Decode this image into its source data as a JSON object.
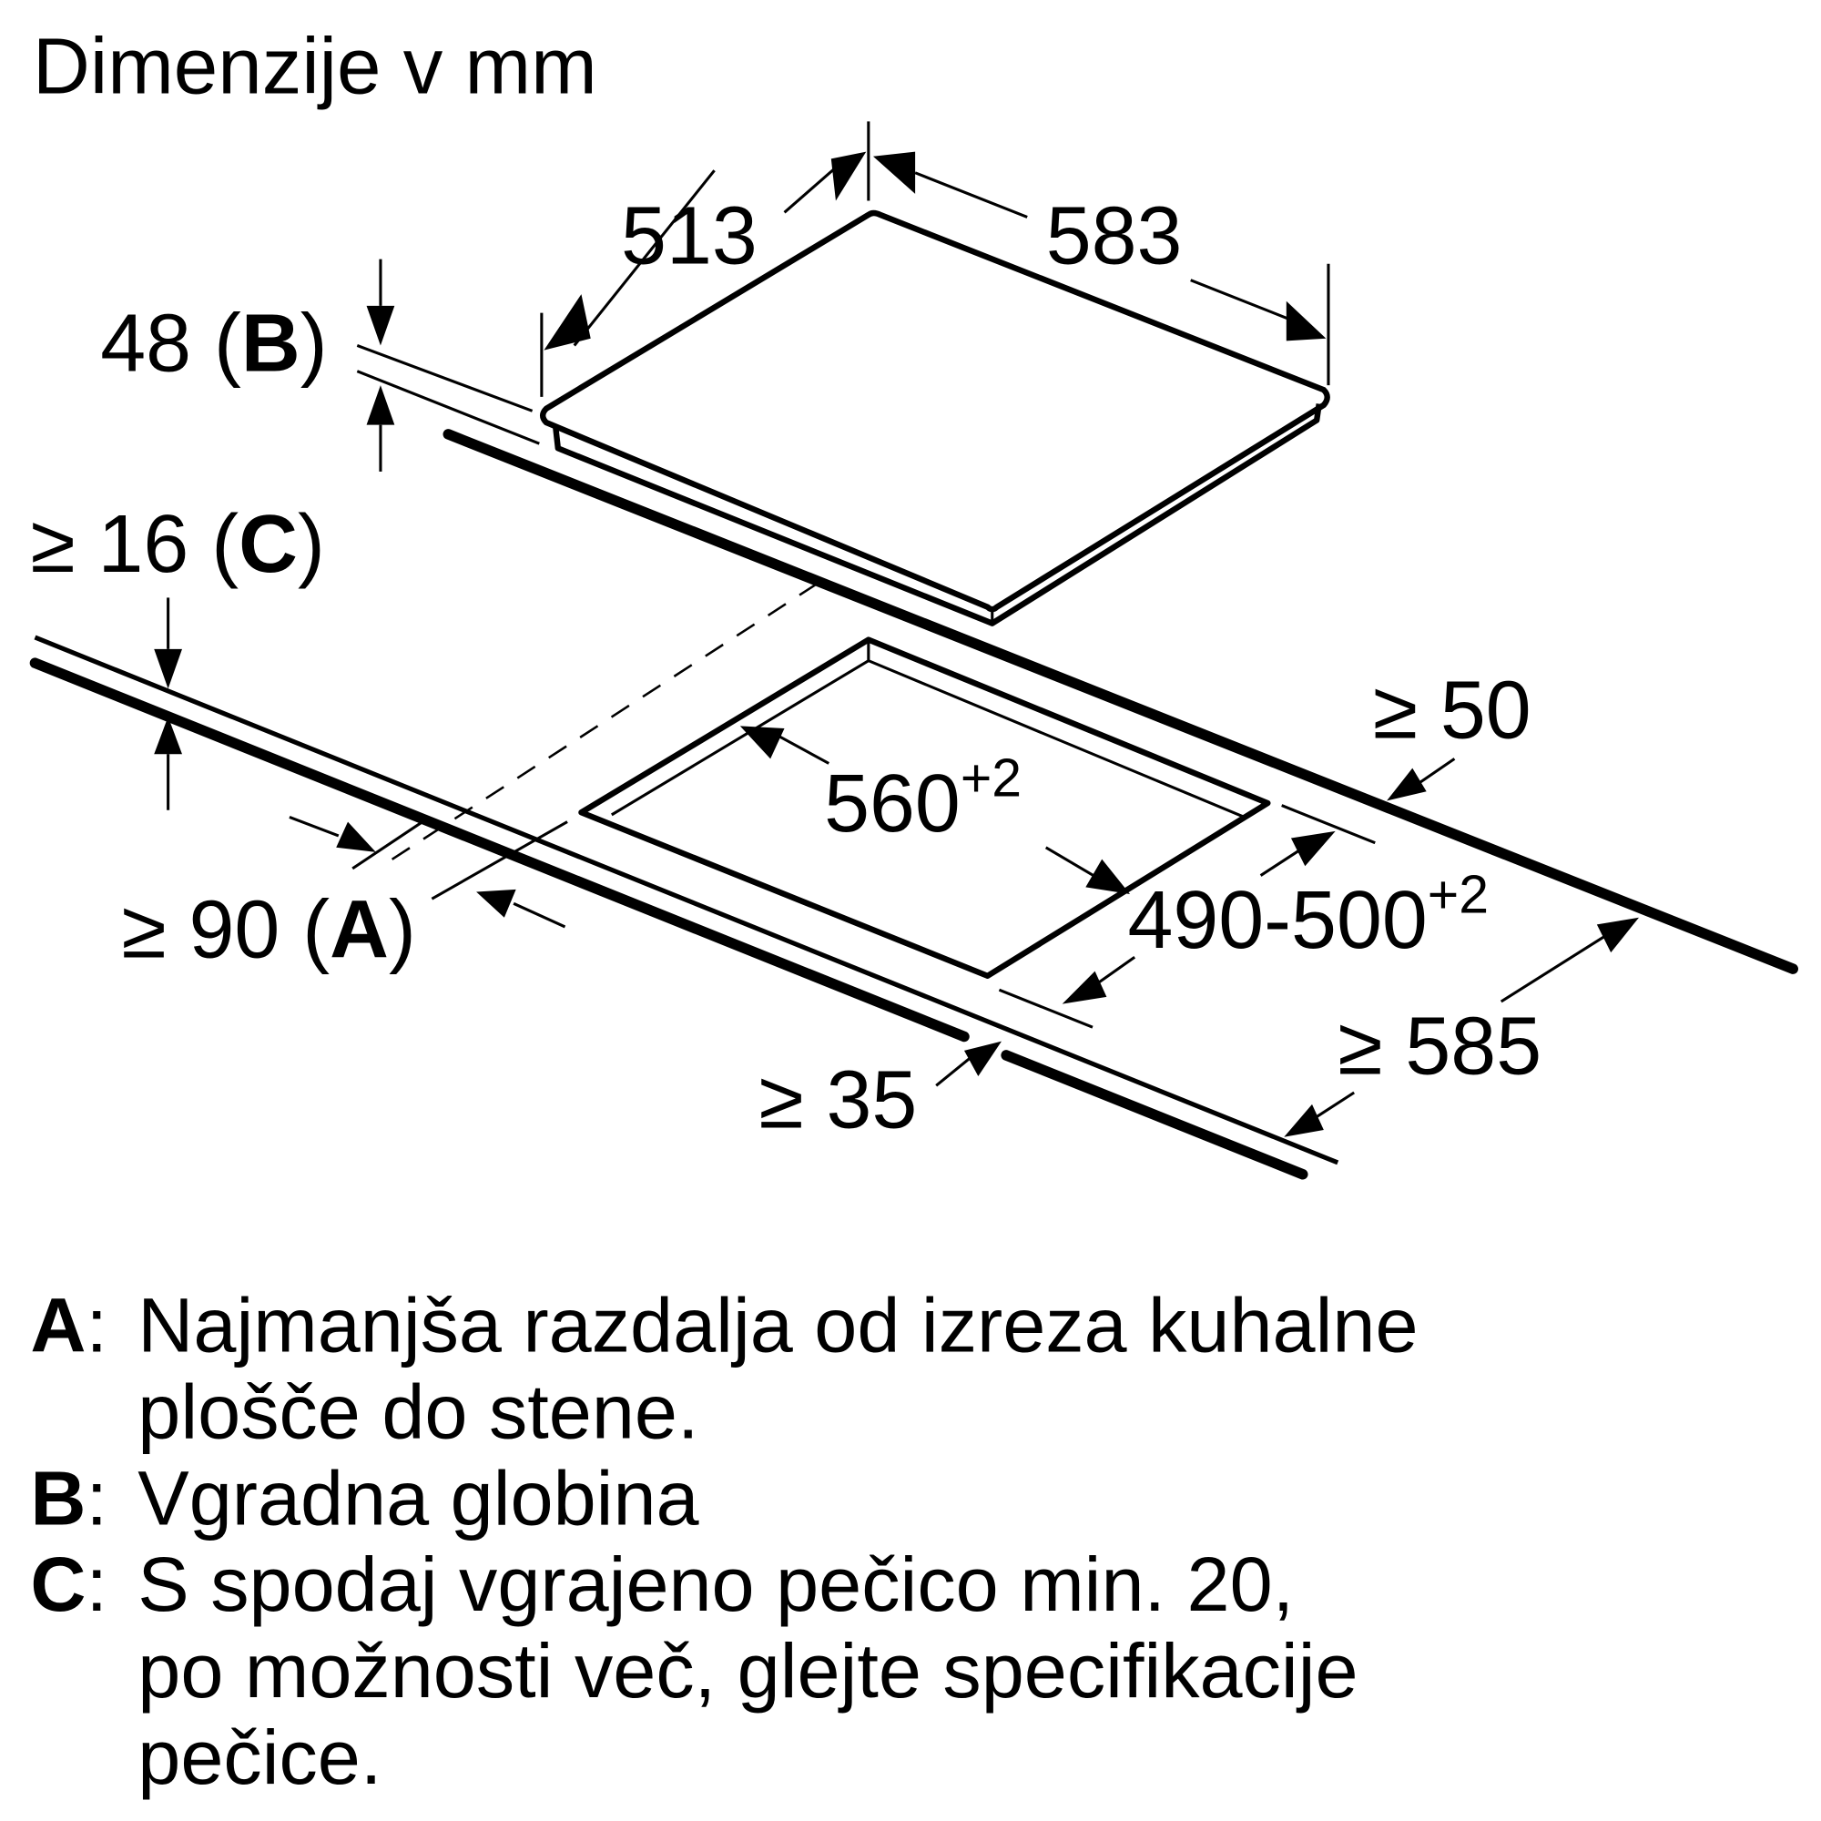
{
  "title": "Dimenzije v mm",
  "colors": {
    "ink": "#000000",
    "background": "#ffffff"
  },
  "dimensions": {
    "appliance_depth": "513",
    "appliance_width": "583",
    "built_in_depth": "48",
    "built_in_depth_ref": "B",
    "worktop_thickness_min": "≥ 16",
    "worktop_thickness_ref": "C",
    "cutout_width": "560",
    "cutout_width_tolerance": "+2",
    "cutout_depth": "490-500",
    "cutout_depth_tolerance": "+2",
    "rear_clearance": "≥ 50",
    "wall_distance": "≥ 90",
    "wall_distance_ref": "A",
    "front_clearance": "≥ 35",
    "worktop_depth": "≥ 585"
  },
  "legend": [
    {
      "key": "A",
      "lines": [
        "Najmanjša razdalja od izreza kuhalne",
        "plošče do stene."
      ]
    },
    {
      "key": "B",
      "lines": [
        "Vgradna globina"
      ]
    },
    {
      "key": "C",
      "lines": [
        "S spodaj vgrajeno pečico min. 20,",
        "po možnosti več, glejte specifikacije",
        "pečice."
      ]
    }
  ]
}
